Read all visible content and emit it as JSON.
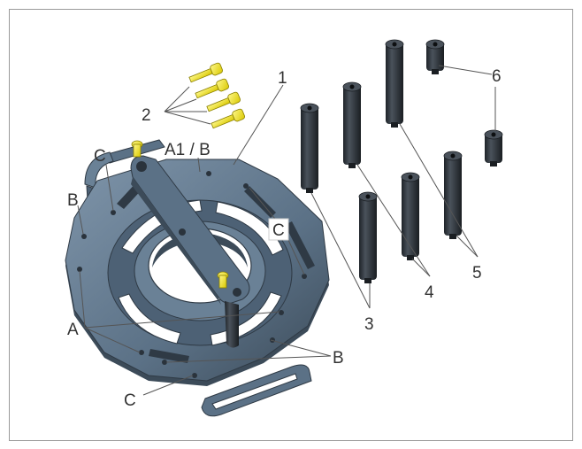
{
  "colors": {
    "part": "#5b7186",
    "part_dark": "#3c4b59",
    "part_light": "#7f95aa",
    "standoff": "#2b3138",
    "screw": "#f2e600",
    "frame": "#9a9a9a"
  },
  "labels": {
    "one": "1",
    "two": "2",
    "three": "3",
    "four": "4",
    "five": "5",
    "six": "6",
    "a": "A",
    "a1b": "A1 / B",
    "b": "B",
    "c": "C"
  }
}
